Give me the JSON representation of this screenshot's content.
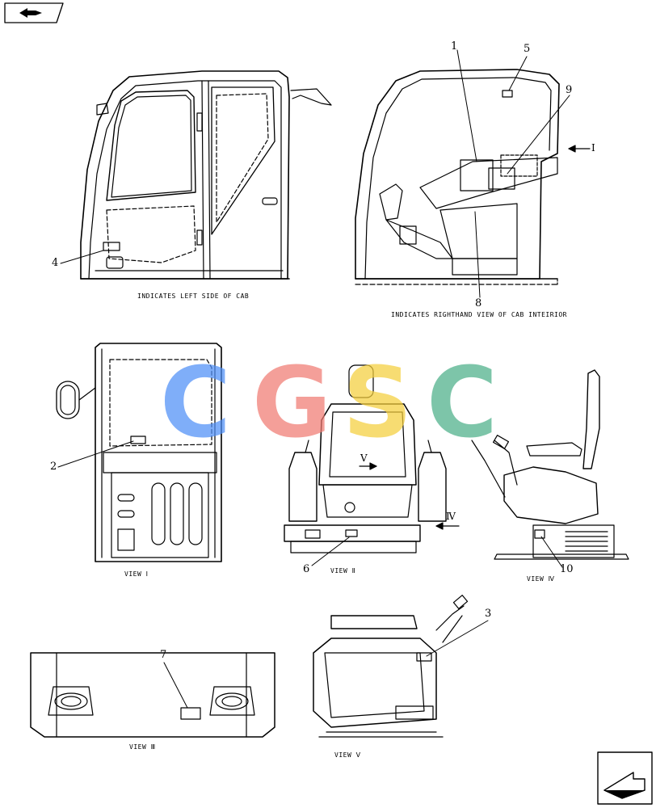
{
  "captions": {
    "left_side": "INDICATES LEFT SIDE OF CAB",
    "righthand_view": "INDICATES RIGHTHAND VIEW OF CAB INTEIRIOR",
    "view_1": "VIEW Ⅰ",
    "view_2": "VIEW Ⅱ",
    "view_3": "VIEW Ⅲ",
    "view_4": "VIEW Ⅳ",
    "view_5": "VIEW Ⅴ"
  },
  "callouts": {
    "c1": "1",
    "c2": "2",
    "c3": "3",
    "c4": "4",
    "c5": "5",
    "c6": "6",
    "c7": "7",
    "c8": "8",
    "c9": "9",
    "c10": "10"
  },
  "view_markers": {
    "arrow_i": "Ⅰ",
    "arrow_iv": "Ⅳ",
    "arrow_v": "V"
  },
  "watermark": {
    "letters": [
      "C",
      "G",
      "S",
      "C"
    ],
    "colors": [
      "#4f8ff7",
      "#f07b72",
      "#f5cf3c",
      "#4cb088"
    ]
  },
  "nav_icons": {
    "top_left": "forward-page-icon",
    "bottom_right": "next-page-icon"
  }
}
